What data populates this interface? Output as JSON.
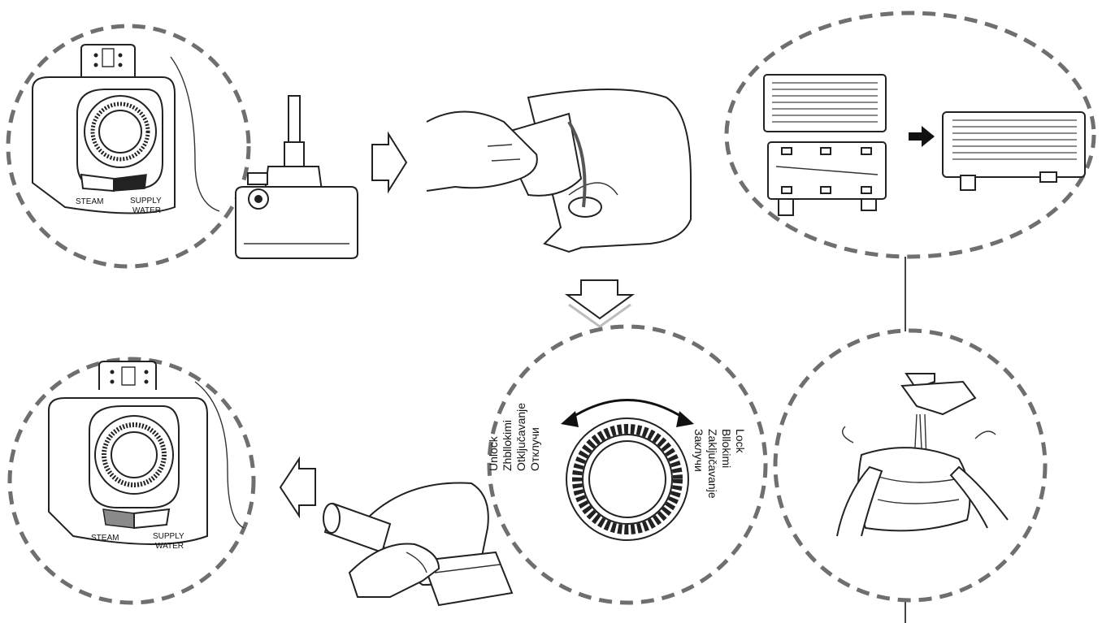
{
  "panel_top_left": {
    "indicator_left": "STEAM",
    "indicator_right_line1": "SUPPLY",
    "indicator_right_line2": "WATER",
    "active_indicator": "supply-water"
  },
  "panel_bottom_left": {
    "indicator_left": "STEAM",
    "indicator_right_line1": "SUPPLY",
    "indicator_right_line2": "WATER",
    "active_indicator": "steam"
  },
  "dial": {
    "unlock_labels": [
      "Unlock",
      "Zhbllokimi",
      "Otključavanje",
      "Отклучи"
    ],
    "lock_labels": [
      "Lock",
      "Bllokimi",
      "Zaključavanje",
      "Заклучи"
    ]
  },
  "colors": {
    "dashed_outline": "#6f6f6f",
    "line_art": "#222222",
    "indicator_active_dark": "#222222",
    "indicator_active_grey": "#8a8a8a",
    "arrow_grey": "#9a9a9a"
  },
  "icons": [
    "process-arrow-icon",
    "rotate-arrow-icon",
    "filter-arrow-icon",
    "water-tap-icon"
  ]
}
